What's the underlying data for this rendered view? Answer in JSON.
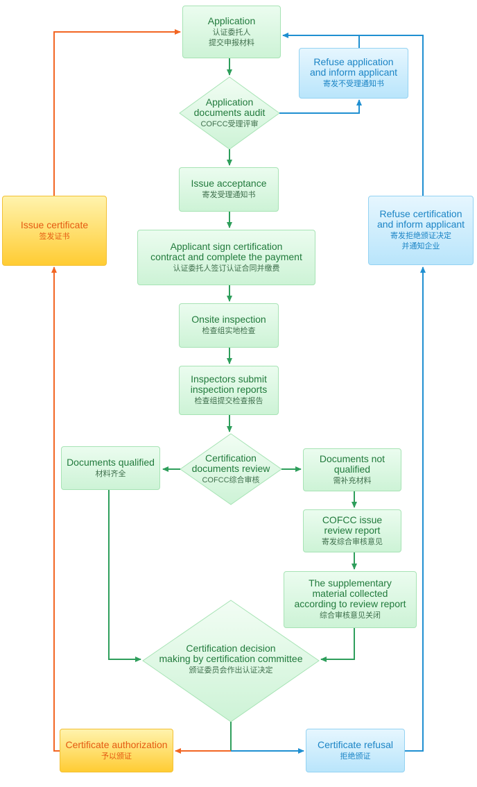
{
  "nodes": {
    "application": {
      "en": "Application",
      "zh": "认证委托人\n提交申报材料"
    },
    "audit": {
      "en": "Application\ndocuments audit",
      "zh": "COFCC受理评审"
    },
    "refuse_application": {
      "en": "Refuse application\nand inform applicant",
      "zh": "寄发不受理通知书"
    },
    "issue_acceptance": {
      "en": "Issue acceptance",
      "zh": "寄发受理通知书"
    },
    "sign_contract": {
      "en": "Applicant sign certification\ncontract and complete the payment",
      "zh": "认证委托人签订认证合同并缴费"
    },
    "onsite": {
      "en": "Onsite inspection",
      "zh": "检查组实地检查"
    },
    "submit_reports": {
      "en": "Inspectors submit\ninspection reports",
      "zh": "检查组提交检查报告"
    },
    "review": {
      "en": "Certification\ndocuments review",
      "zh": "COFCC综合审核"
    },
    "qualified": {
      "en": "Documents qualified",
      "zh": "材料齐全"
    },
    "not_qualified": {
      "en": "Documents not\nqualified",
      "zh": "需补充材料"
    },
    "review_report": {
      "en": "COFCC issue\nreview report",
      "zh": "寄发综合审核意见"
    },
    "supplementary": {
      "en": "The supplementary\nmaterial collected\naccording to review report",
      "zh": "综合审核意见关闭"
    },
    "decision": {
      "en": "Certification decision\nmaking by certification committee",
      "zh": "颁证委员会作出认证决定"
    },
    "issue_certificate": {
      "en": "Issue certificate",
      "zh": "签发证书"
    },
    "refuse_certification": {
      "en": "Refuse certification\nand inform applicant",
      "zh": "寄发拒绝颁证决定\n并通知企业"
    },
    "authorization": {
      "en": "Certificate authorization",
      "zh": "予以颁证"
    },
    "refusal": {
      "en": "Certificate refusal",
      "zh": "拒绝颁证"
    }
  },
  "colors": {
    "green_line": "#2e9e5b",
    "orange_line": "#f26522",
    "blue_line": "#1f8fd1",
    "diamond_fill": "#dff8e5",
    "diamond_border": "#a6e3b4"
  }
}
